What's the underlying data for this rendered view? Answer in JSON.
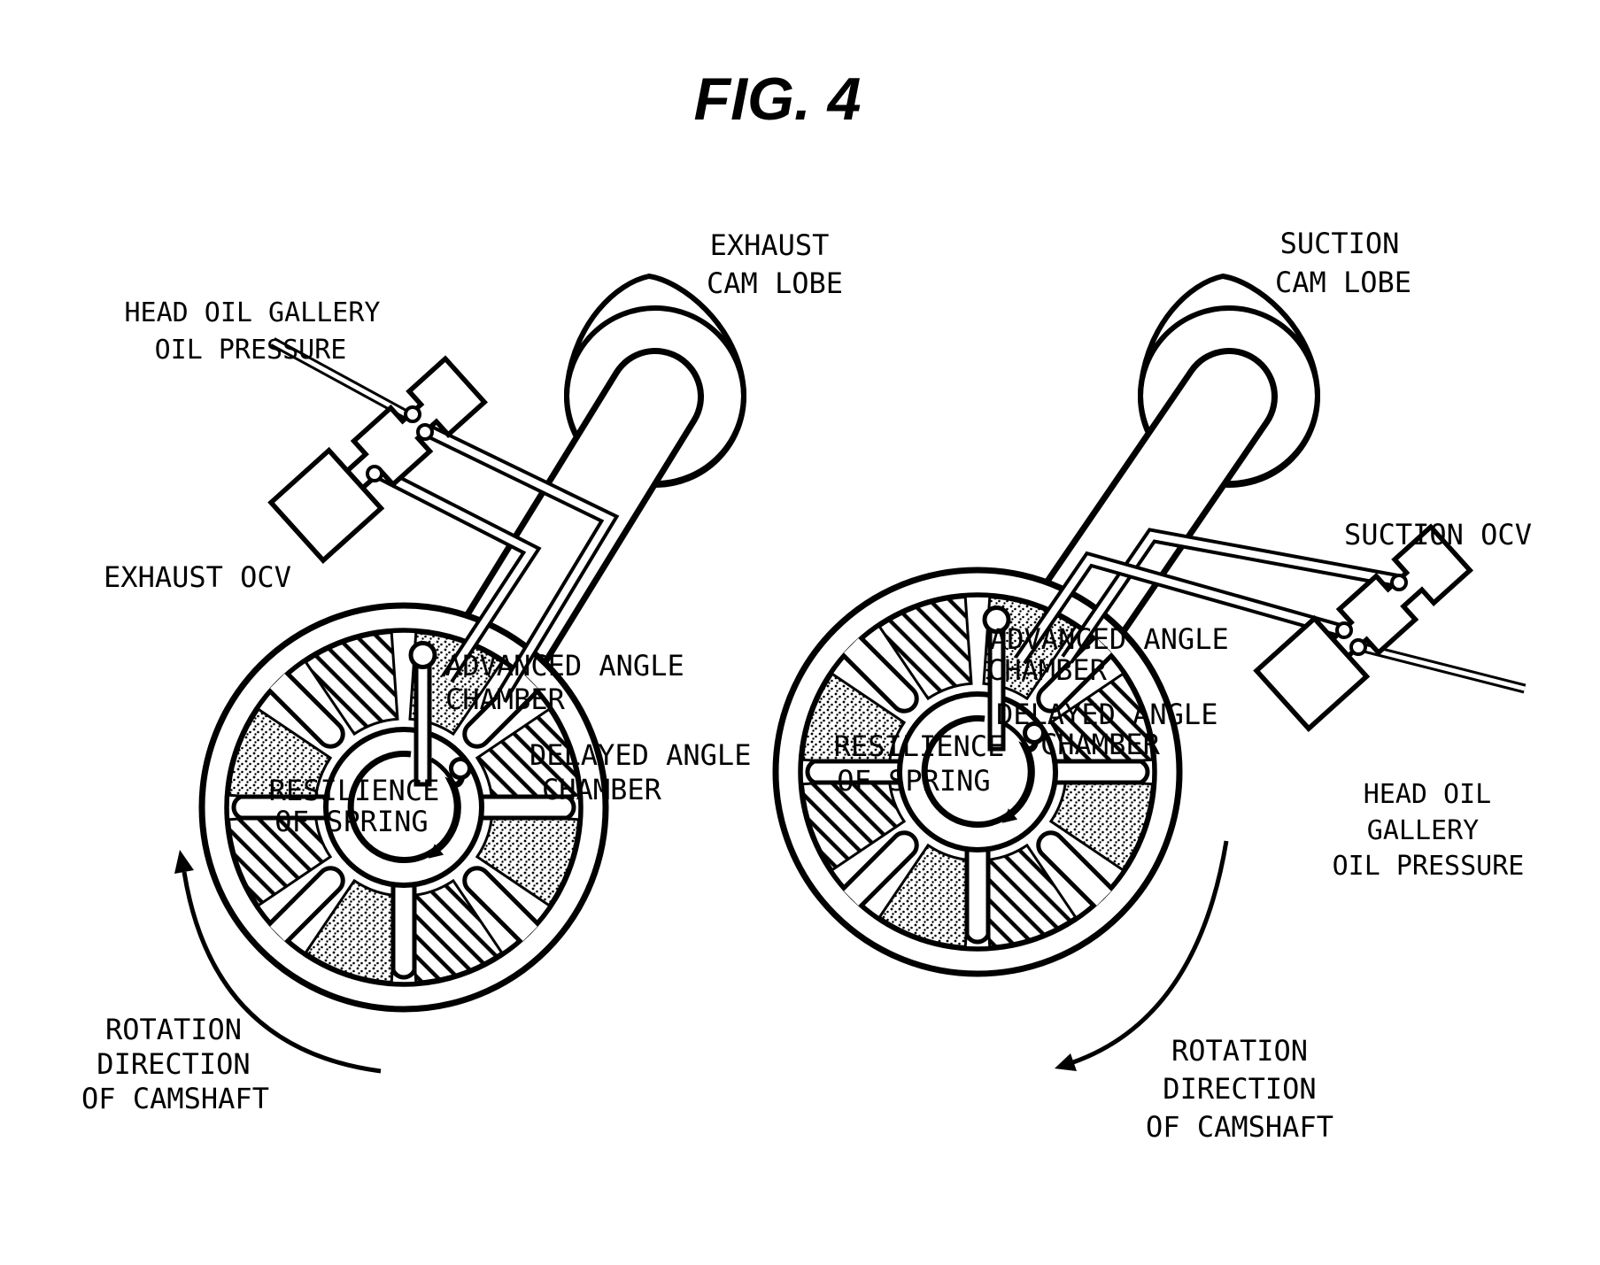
{
  "figure": {
    "title": "FIG. 4",
    "ink_color": "#000000",
    "background_color": "#ffffff"
  },
  "left": {
    "oil_source": {
      "line1": "HEAD OIL GALLERY",
      "line2": "OIL PRESSURE"
    },
    "cam_lobe": {
      "line1": "EXHAUST",
      "line2": "CAM LOBE"
    },
    "ocv": "EXHAUST OCV",
    "advanced_chamber": {
      "line1": "ADVANCED ANGLE",
      "line2": "CHAMBER"
    },
    "delayed_chamber": {
      "line1": "DELAYED ANGLE",
      "line2": "CHAMBER"
    },
    "spring": {
      "line1": "RESILIENCE",
      "line2": "OF SPRING"
    },
    "rotation": {
      "line1": "ROTATION",
      "line2": "DIRECTION",
      "line3": "OF CAMSHAFT"
    }
  },
  "right": {
    "cam_lobe": {
      "line1": "SUCTION",
      "line2": "CAM LOBE"
    },
    "ocv": "SUCTION OCV",
    "oil_source": {
      "line1": "HEAD OIL",
      "line2": "GALLERY",
      "line3": "OIL PRESSURE"
    },
    "advanced_chamber": {
      "line1": "ADVANCED ANGLE",
      "line2": "CHAMBER"
    },
    "delayed_chamber": {
      "line1": "DELAYED ANGLE",
      "line2": "CHAMBER"
    },
    "spring": {
      "line1": "RESILIENCE",
      "line2": "OF SPRING"
    },
    "rotation": {
      "line1": "ROTATION",
      "line2": "DIRECTION",
      "line3": "OF CAMSHAFT"
    }
  }
}
